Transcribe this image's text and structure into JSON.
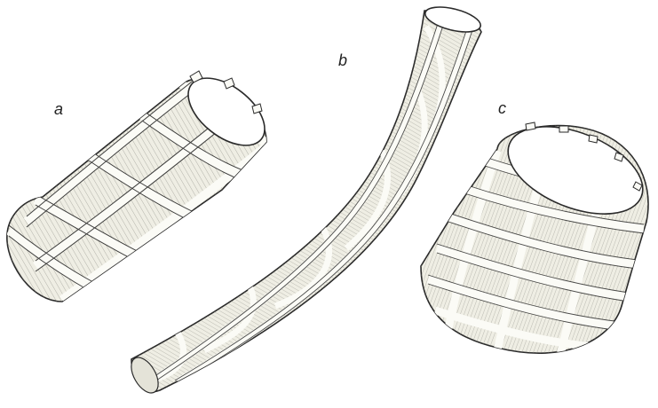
{
  "figure": {
    "labels": {
      "a": "a",
      "b": "b",
      "c": "c"
    }
  },
  "colors": {
    "ink": "#2a2a2a",
    "body_fill": "#efeee4",
    "band_fill": "#fbfbf6",
    "hatch": "#8a8a82"
  }
}
